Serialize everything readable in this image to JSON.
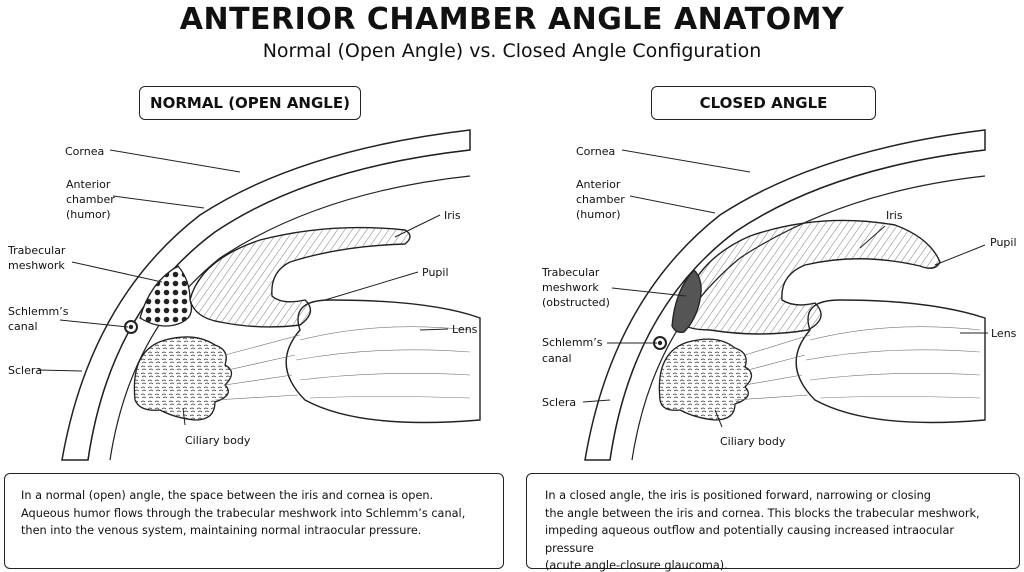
{
  "title": "ANTERIOR CHAMBER ANGLE ANATOMY",
  "subtitle": "Normal (Open Angle) vs. Closed Angle Configuration",
  "left": {
    "heading": "NORMAL (OPEN ANGLE)",
    "labels": {
      "cornea": "Cornea",
      "anterior_chamber": [
        "Anterior",
        "chamber",
        "(humor)"
      ],
      "trabecular": [
        "Trabecular",
        "meshwork"
      ],
      "schlemm": [
        "Schlemm’s",
        "canal"
      ],
      "sclera": "Sclera",
      "iris": "Iris",
      "pupil": "Pupil",
      "lens": "Lens",
      "ciliary": "Ciliary body"
    },
    "caption": [
      "In a normal (open) angle, the space between the iris and cornea is open.",
      "Aqueous humor flows through the trabecular meshwork into Schlemm’s canal,",
      "then into the venous system, maintaining normal intraocular pressure."
    ]
  },
  "right": {
    "heading": "CLOSED ANGLE",
    "labels": {
      "cornea": "Cornea",
      "anterior_chamber": [
        "Anterior",
        "chamber",
        "(humor)"
      ],
      "trabecular": [
        "Trabecular",
        "meshwork",
        "(obstructed)"
      ],
      "schlemm": [
        "Schlemm’s",
        "canal"
      ],
      "sclera": "Sclera",
      "iris": "Iris",
      "pupil": "Pupil",
      "lens": "Lens",
      "ciliary": "Ciliary body"
    },
    "caption": [
      "In a closed angle, the iris is positioned forward, narrowing or closing",
      "the angle between the iris and cornea. This blocks the trabecular meshwork,",
      "impeding aqueous outflow and potentially causing increased intraocular pressure",
      "(acute angle-closure glaucoma)."
    ]
  }
}
